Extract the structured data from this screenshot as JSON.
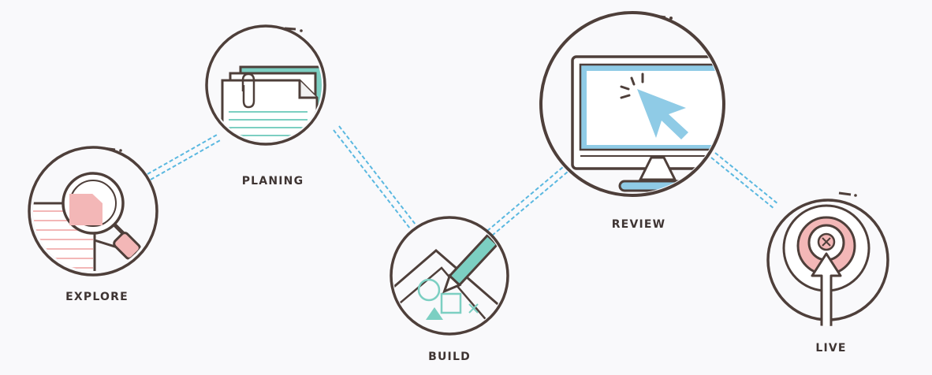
{
  "steps": [
    {
      "id": "explore",
      "label": "EXPLORE",
      "icon": "magnifier-icon"
    },
    {
      "id": "planing",
      "label": "PLANING",
      "icon": "documents-icon"
    },
    {
      "id": "build",
      "label": "BUILD",
      "icon": "pencil-shapes-icon"
    },
    {
      "id": "review",
      "label": "REVIEW",
      "icon": "monitor-cursor-icon"
    },
    {
      "id": "live",
      "label": "LIVE",
      "icon": "target-arrow-icon"
    }
  ],
  "colors": {
    "outline": "#4e3f3a",
    "teal": "#7ccfc2",
    "blue": "#8fcbe6",
    "pink": "#f3b7b7",
    "connector": "#5ab8e0",
    "background": "#f9f9fb"
  }
}
